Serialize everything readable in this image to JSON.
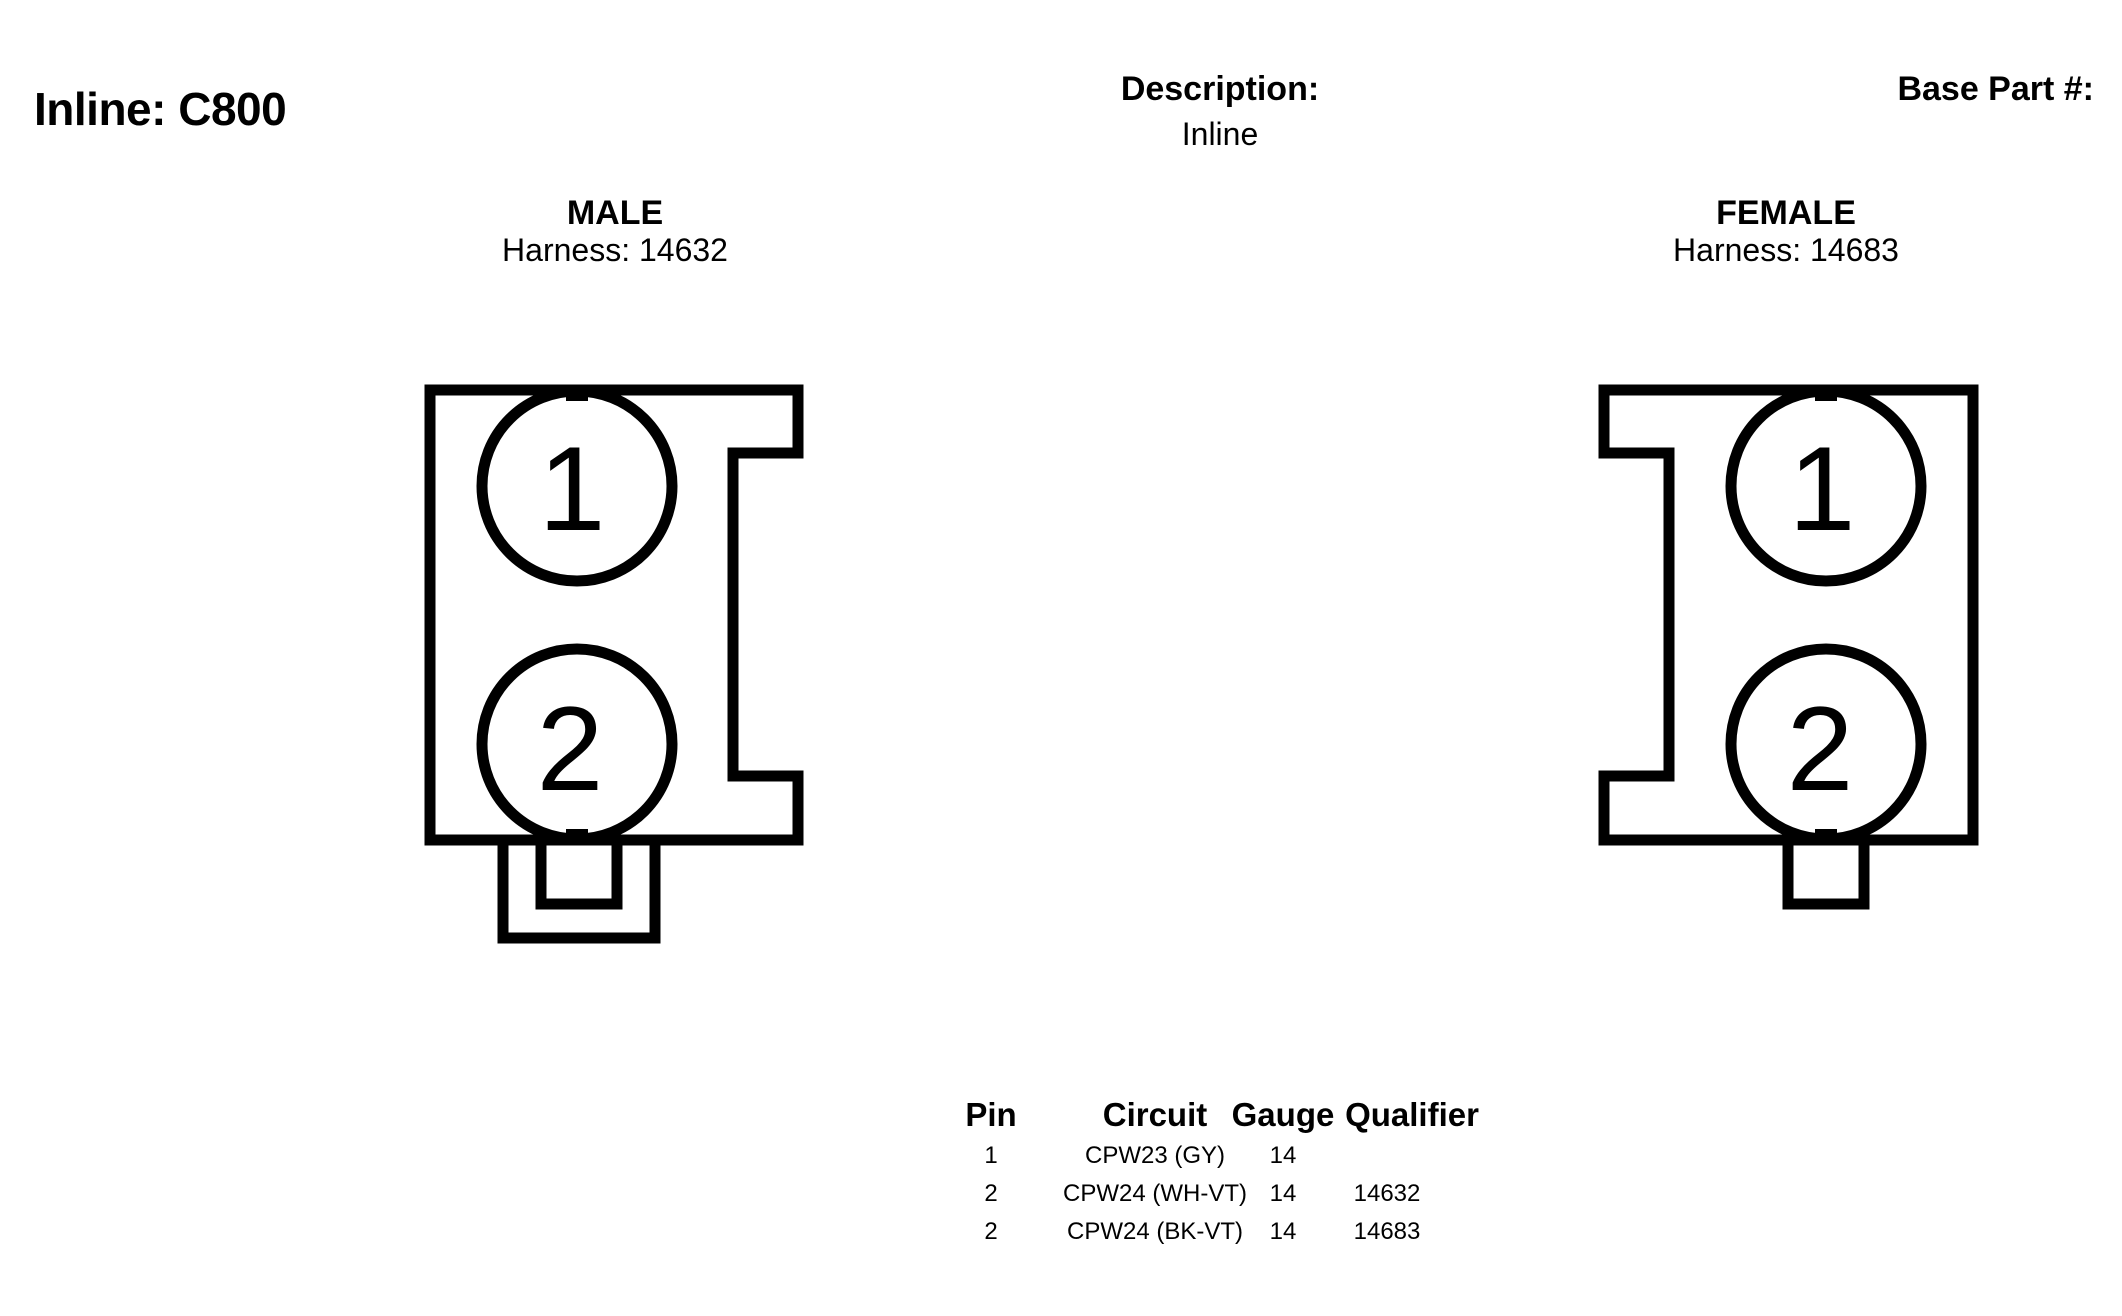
{
  "header": {
    "title": "Inline: C800",
    "description_label": "Description:",
    "description_value": "Inline",
    "base_part_label": "Base Part #:"
  },
  "male": {
    "label": "MALE",
    "harness": "Harness: 14632",
    "pins": [
      "1",
      "2"
    ]
  },
  "female": {
    "label": "FEMALE",
    "harness": "Harness: 14683",
    "pins": [
      "1",
      "2"
    ]
  },
  "table": {
    "columns": [
      "Pin",
      "Circuit",
      "Gauge",
      "Qualifier"
    ],
    "rows": [
      {
        "pin": "1",
        "circuit": "CPW23 (GY)",
        "gauge": "14",
        "qualifier": ""
      },
      {
        "pin": "2",
        "circuit": "CPW24 (WH-VT)",
        "gauge": "14",
        "qualifier": "14632"
      },
      {
        "pin": "2",
        "circuit": "CPW24 (BK-VT)",
        "gauge": "14",
        "qualifier": "14683"
      }
    ]
  }
}
